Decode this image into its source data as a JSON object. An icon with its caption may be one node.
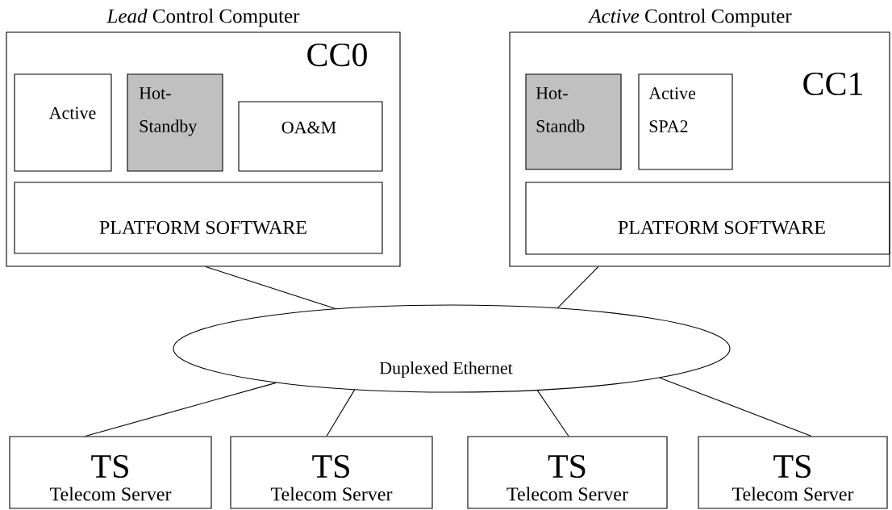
{
  "diagram": {
    "nodes": [
      {
        "text": [
          "*Lead* Control Computer",
          "CC0"
        ]
      },
      {
        "text": [
          "Active"
        ],
        "in": 0
      },
      {
        "text": [
          "Hot- Standby"
        ],
        "in": 0
      },
      {
        "text": [
          "OA&M"
        ],
        "in": 0
      },
      {
        "text": [
          "PLATFORM SOFTWARE"
        ],
        "in": 0
      },
      {
        "text": [
          "*Active* Control Computer",
          "CC1"
        ]
      },
      {
        "text": [
          "Hot- Standb"
        ],
        "in": 5
      },
      {
        "text": [
          "Active SPA2"
        ],
        "in": 5
      },
      {
        "text": [
          "PLATFORM SOFTWARE"
        ],
        "in": 5
      },
      {
        "text": [
          "Duplexed Ethernet"
        ]
      },
      {
        "text": [
          "TS",
          "Telecom Server"
        ]
      },
      {
        "text": [
          "TS",
          "Telecom Server"
        ]
      },
      {
        "text": [
          "TS",
          "Telecom Server"
        ]
      },
      {
        "text": [
          "TS",
          "Telecom Server"
        ]
      }
    ],
    "edges": [
      {
        "from": 0,
        "to": 9,
        "arrow": "none"
      },
      {
        "from": 5,
        "to": 9,
        "arrow": "none"
      },
      {
        "from": 9,
        "to": 10,
        "arrow": "none"
      },
      {
        "from": 9,
        "to": 11,
        "arrow": "none"
      },
      {
        "from": 9,
        "to": 12,
        "arrow": "none"
      },
      {
        "from": 9,
        "to": 13,
        "arrow": "none"
      }
    ]
  }
}
